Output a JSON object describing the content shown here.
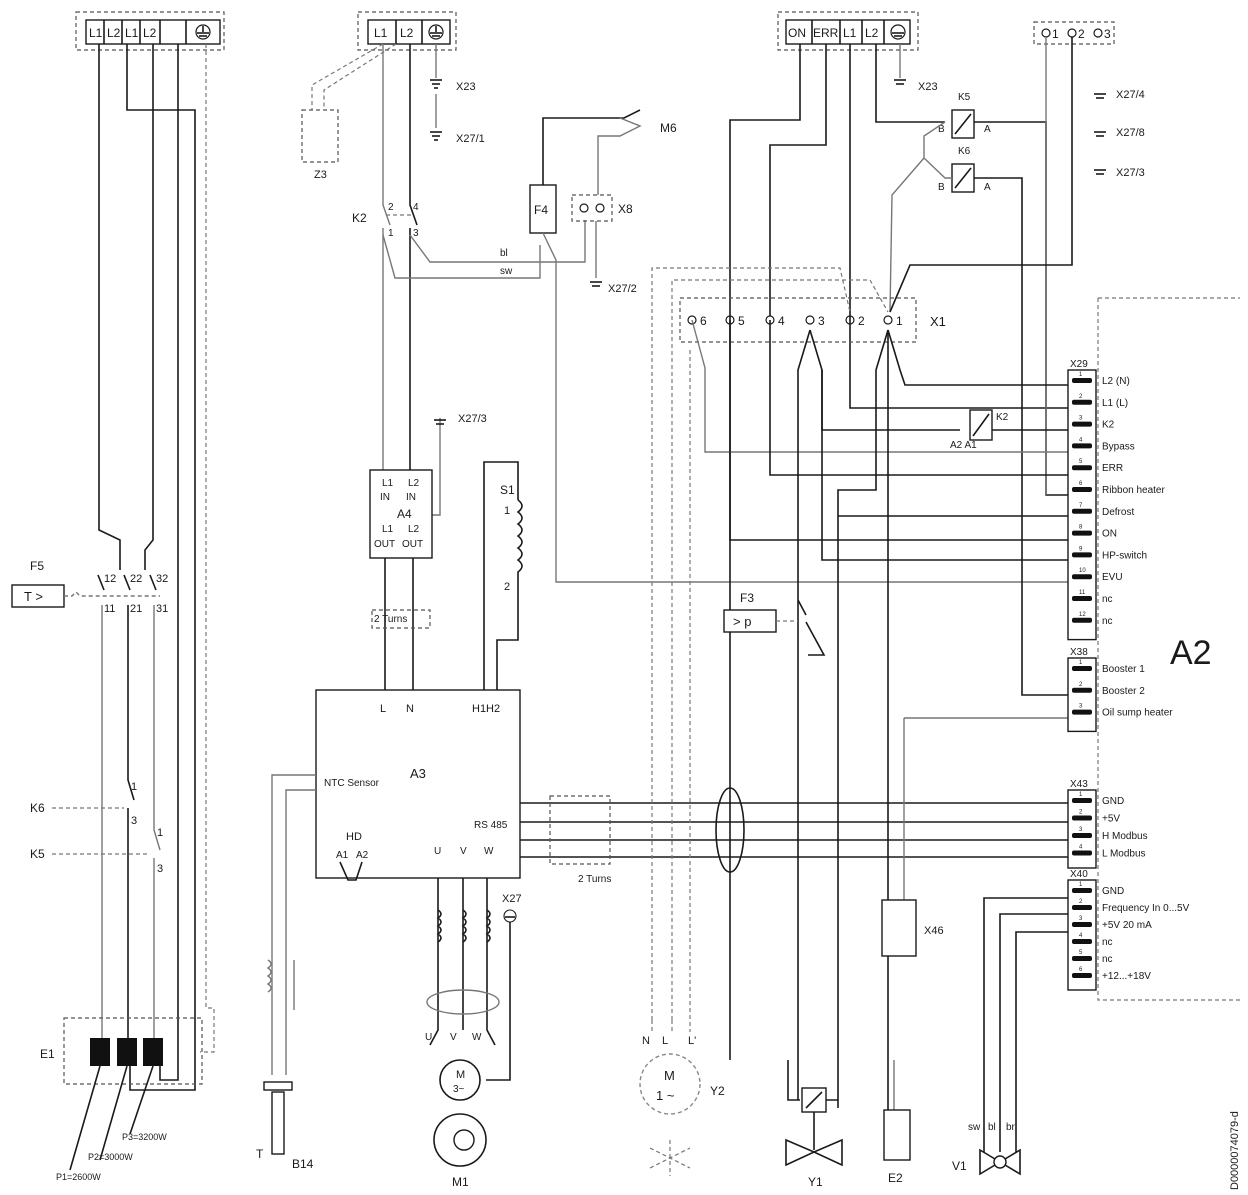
{
  "strip_top_left": [
    "L1",
    "L2",
    "L1",
    "L2"
  ],
  "strip_top_mid": [
    "L1",
    "L2"
  ],
  "strip_top_right": [
    "ON",
    "ERR",
    "L1",
    "L2"
  ],
  "strip_123": [
    "1",
    "2",
    "3"
  ],
  "labels": {
    "X23a": "X23",
    "X27_1": "X27/1",
    "Z3": "Z3",
    "M6": "M6",
    "F4": "F4",
    "X8": "X8",
    "X27_2": "X27/2",
    "K2": "K2",
    "bl": "bl",
    "sw": "sw",
    "X23b": "X23",
    "K5": "K5",
    "K6": "K6",
    "X27_4": "X27/4",
    "X27_8": "X27/8",
    "X27_3r": "X27/3",
    "X27_3": "X27/3",
    "X1": "X1",
    "F5": "F5",
    "F5sym": "T >",
    "S1": "S1",
    "S1_1": "1",
    "S1_2": "2",
    "F3": "F3",
    "F3sym": "> p",
    "A4": "A4",
    "A4_L1in": "L1",
    "A4_L2in": "L2",
    "A4_IN1": "IN",
    "A4_IN2": "IN",
    "A4_L1out": "L1",
    "A4_L2out": "L2",
    "A4_OUT1": "OUT",
    "A4_OUT2": "OUT",
    "turns1": "2 Turns",
    "turns2": "2 Turns",
    "A3": "A3",
    "A3_L": "L",
    "A3_N": "N",
    "A3_H1H2": "H1H2",
    "A3_ntc": "NTC Sensor",
    "A3_rs": "RS 485",
    "A3_HD": "HD",
    "A3_A1": "A1",
    "A3_A2": "A2",
    "A3_U": "U",
    "A3_V": "V",
    "A3_W": "W",
    "X27b": "X27",
    "M1": "M1",
    "M1m": "M",
    "M1p": "3~",
    "M1U": "U",
    "M1V": "V",
    "M1W": "W",
    "B14": "B14",
    "T": "T",
    "E1": "E1",
    "P1": "P1=2600W",
    "P2": "P2=3000W",
    "P3": "P3=3200W",
    "K6l": "K6",
    "K5l": "K5",
    "Y2": "Y2",
    "Y2N": "N",
    "Y2L": "L",
    "Y2L2": "L'",
    "Y2m": "M",
    "Y2p": "1 ~",
    "Y1": "Y1",
    "E2": "E2",
    "X46": "X46",
    "V1": "V1",
    "V1sw": "sw",
    "V1bl": "bl",
    "V1br": "br",
    "A2": "A2",
    "docid": "D0000074079-d",
    "K2b": "K2",
    "K2bA2A1": "A2 A1",
    "K5A": "A",
    "K5B": "B",
    "K6A": "A",
    "K6B": "B",
    "F5_12": "12",
    "F5_22": "22",
    "F5_32": "32",
    "F5_11": "11",
    "F5_21": "21",
    "F5_31": "31",
    "K2_2": "2",
    "K2_4": "4",
    "K2_1": "1",
    "K2_3": "3",
    "K6_1": "1",
    "K6_3": "3",
    "K5_1": "1",
    "K5_3": "3"
  },
  "x1_terminals": [
    "6",
    "5",
    "4",
    "3",
    "2",
    "1"
  ],
  "x29": {
    "name": "X29",
    "pins": [
      "L2 (N)",
      "L1 (L)",
      "K2",
      "Bypass",
      "ERR",
      "Ribbon heater",
      "Defrost",
      "ON",
      "HP-switch",
      "EVU",
      "nc",
      "nc"
    ]
  },
  "x38": {
    "name": "X38",
    "pins": [
      "Booster 1",
      "Booster 2",
      "Oil sump heater"
    ]
  },
  "x43": {
    "name": "X43",
    "pins": [
      "GND",
      "+5V",
      "H Modbus",
      "L Modbus"
    ]
  },
  "x40": {
    "name": "X40",
    "pins": [
      "GND",
      "Frequency In 0...5V",
      "+5V 20 mA",
      "nc",
      "nc",
      "+12...+18V"
    ]
  }
}
